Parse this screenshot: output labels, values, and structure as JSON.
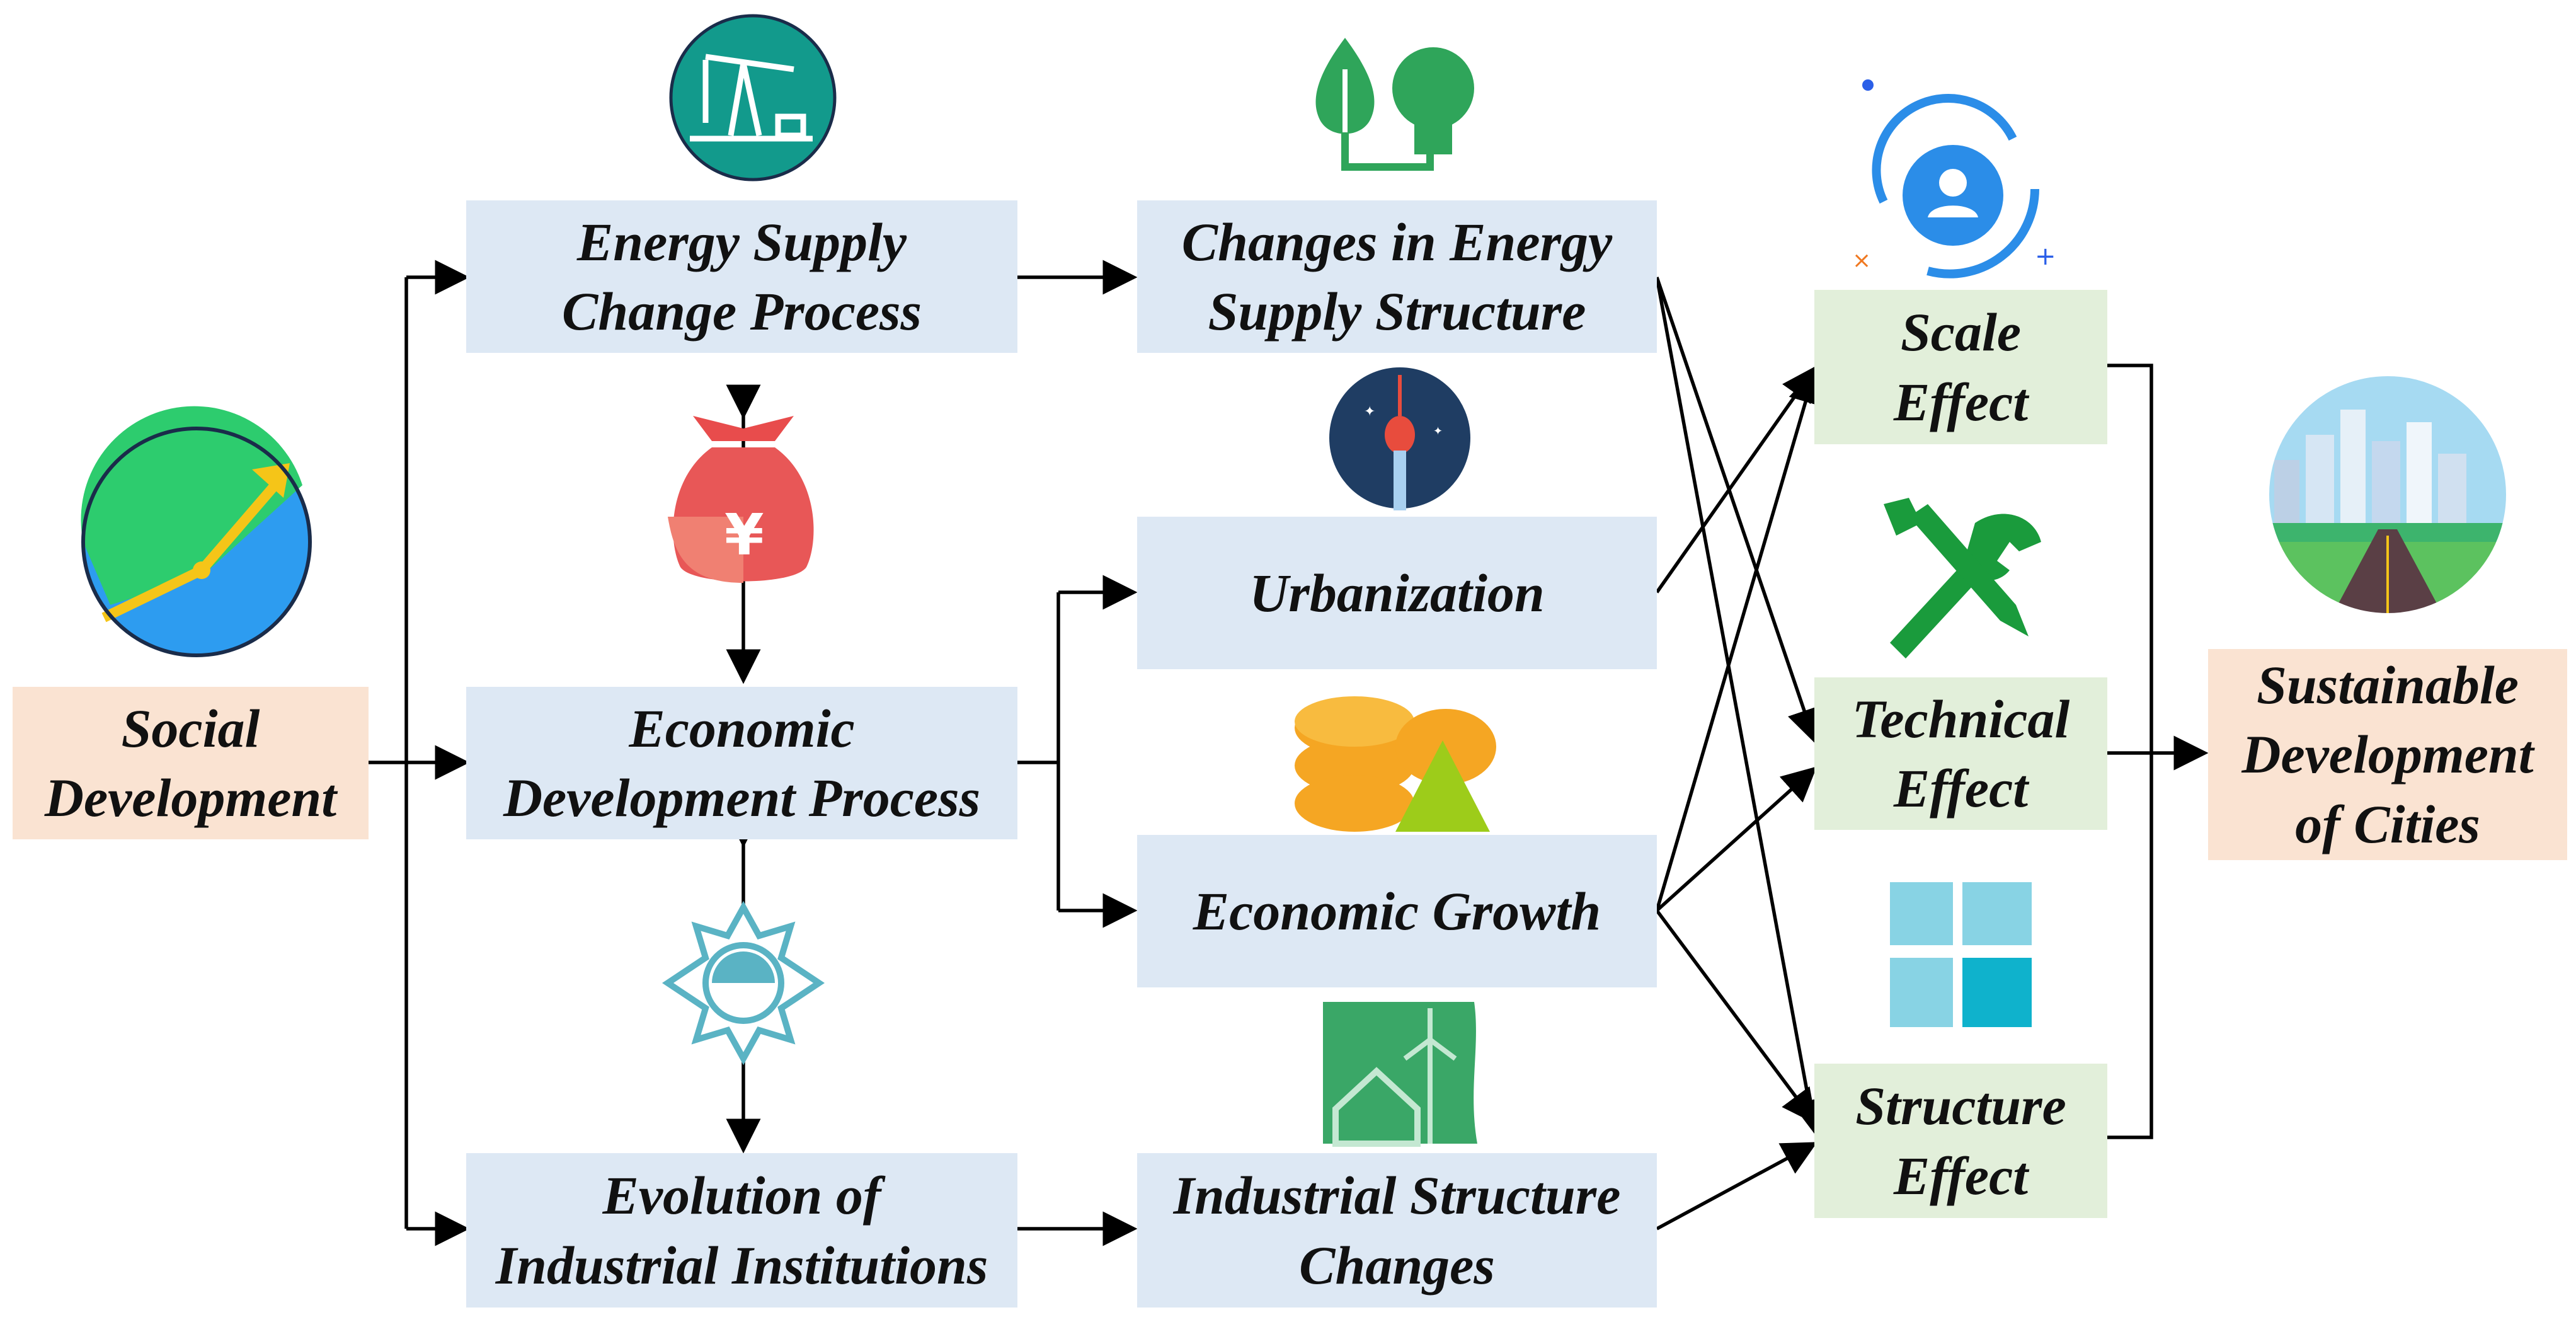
{
  "colors": {
    "blue_box": "#dde8f4",
    "green_box": "#e2efda",
    "peach_box": "#fae3d2",
    "arrow": "#000000"
  },
  "nodes": {
    "social_development": "Social\nDevelopment",
    "energy_supply_change_process": "Energy Supply\nChange Process",
    "economic_development_process": "Economic\nDevelopment Process",
    "evolution_of_industrial_institutions": "Evolution of\nIndustrial Institutions",
    "changes_in_energy_supply_structure": "Changes in Energy\nSupply Structure",
    "urbanization": "Urbanization",
    "economic_growth": "Economic Growth",
    "industrial_structure_changes": "Industrial Structure\nChanges",
    "scale_effect": "Scale\nEffect",
    "technical_effect": "Technical\nEffect",
    "structure_effect": "Structure\nEffect",
    "sustainable_development_of_cities": "Sustainable\nDevelopment\nof Cities"
  },
  "icons": {
    "social": "growth-chart-icon",
    "energy": "oil-pump-icon",
    "economic": "money-bag-icon",
    "institution": "compass-emblem-icon",
    "energy_structure": "leaf-bulb-icon",
    "urbanization": "tv-tower-icon",
    "growth": "coins-triangle-icon",
    "industrial": "wind-turbine-house-icon",
    "scale": "user-orbit-icon",
    "technical": "tools-icon",
    "structure": "tiles-icon",
    "cities": "city-road-icon"
  }
}
